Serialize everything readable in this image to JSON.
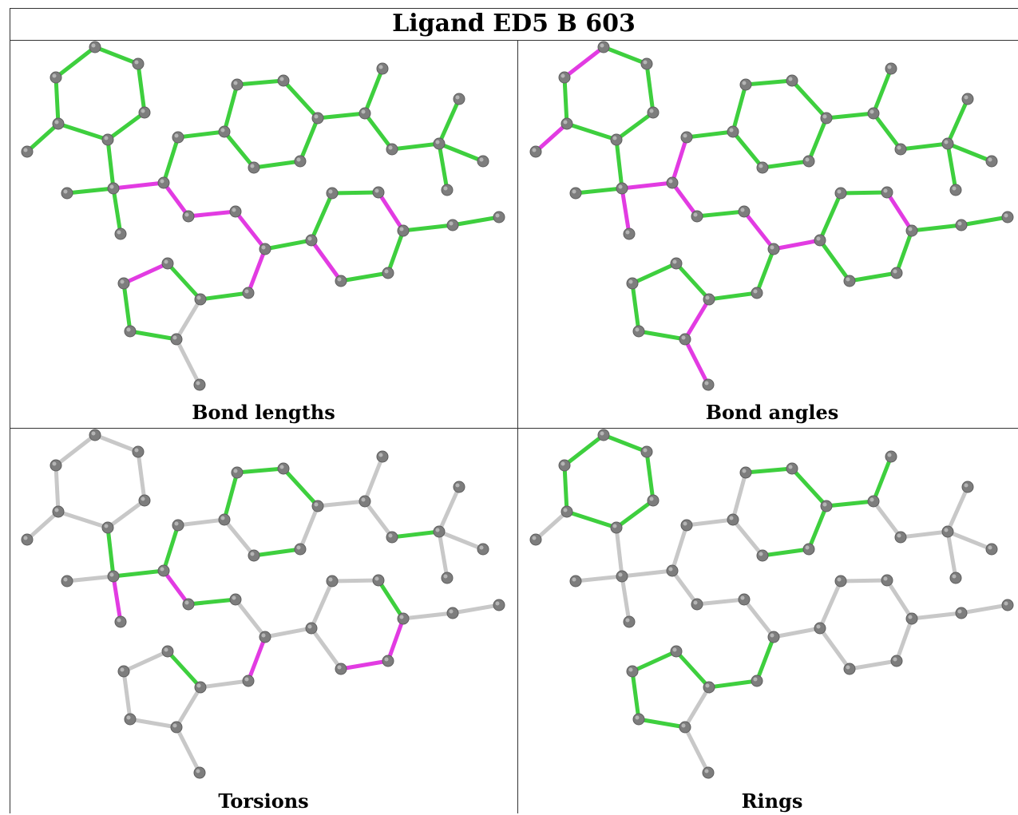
{
  "title": "Ligand ED5 B 603",
  "colors": {
    "good": "#3ecf3e",
    "outlier": "#e23be2",
    "neutral": "#c8c8c8",
    "atom": "#7d7d7d"
  },
  "panels": [
    {
      "caption": "Bond lengths",
      "bond_status": [
        "g",
        "g",
        "g",
        "g",
        "g",
        "g",
        "g",
        "g",
        "g",
        "g",
        "m",
        "g",
        "g",
        "m",
        "m",
        "m",
        "g",
        "g",
        "g",
        "g",
        "g",
        "g",
        "g",
        "g",
        "g",
        "g",
        "g",
        "g",
        "g",
        "g",
        "g",
        "g",
        "m",
        "g",
        "g",
        "m",
        "g",
        "g",
        "m",
        "g",
        "g",
        "m",
        "g",
        "g",
        "n",
        "n",
        "g",
        "n",
        "g",
        "g",
        "g",
        "g",
        "g",
        "g"
      ]
    },
    {
      "caption": "Bond angles",
      "bond_status": [
        "g",
        "g",
        "g",
        "g",
        "g",
        "m",
        "m",
        "g",
        "g",
        "m",
        "m",
        "m",
        "g",
        "m",
        "g",
        "m",
        "g",
        "g",
        "g",
        "g",
        "g",
        "g",
        "g",
        "g",
        "g",
        "g",
        "g",
        "g",
        "g",
        "m",
        "g",
        "g",
        "m",
        "g",
        "g",
        "g",
        "g",
        "g",
        "g",
        "g",
        "g",
        "g",
        "g",
        "g",
        "m",
        "m",
        "m",
        "g",
        "g",
        "g",
        "g",
        "g",
        "g",
        "g"
      ]
    },
    {
      "caption": "Torsions",
      "bond_status": [
        "n",
        "n",
        "n",
        "n",
        "n",
        "n",
        "n",
        "g",
        "n",
        "m",
        "g",
        "g",
        "n",
        "m",
        "g",
        "n",
        "g",
        "n",
        "g",
        "g",
        "n",
        "g",
        "n",
        "n",
        "n",
        "g",
        "n",
        "n",
        "n",
        "n",
        "n",
        "n",
        "g",
        "m",
        "m",
        "n",
        "n",
        "n",
        "m",
        "n",
        "g",
        "n",
        "n",
        "n",
        "n",
        "n",
        "n",
        "n",
        "n",
        "n",
        "n",
        "g",
        "n",
        "n"
      ]
    },
    {
      "caption": "Rings",
      "bond_status": [
        "g",
        "g",
        "g",
        "g",
        "g",
        "g",
        "n",
        "n",
        "n",
        "n",
        "n",
        "n",
        "n",
        "n",
        "n",
        "n",
        "n",
        "n",
        "g",
        "g",
        "g",
        "g",
        "g",
        "g",
        "n",
        "n",
        "n",
        "n",
        "n",
        "n",
        "n",
        "n",
        "n",
        "n",
        "n",
        "n",
        "n",
        "n",
        "g",
        "g",
        "g",
        "g",
        "g",
        "g",
        "n",
        "n",
        "n",
        "n",
        "g",
        "g",
        "g",
        "g",
        "g",
        "n"
      ]
    }
  ]
}
